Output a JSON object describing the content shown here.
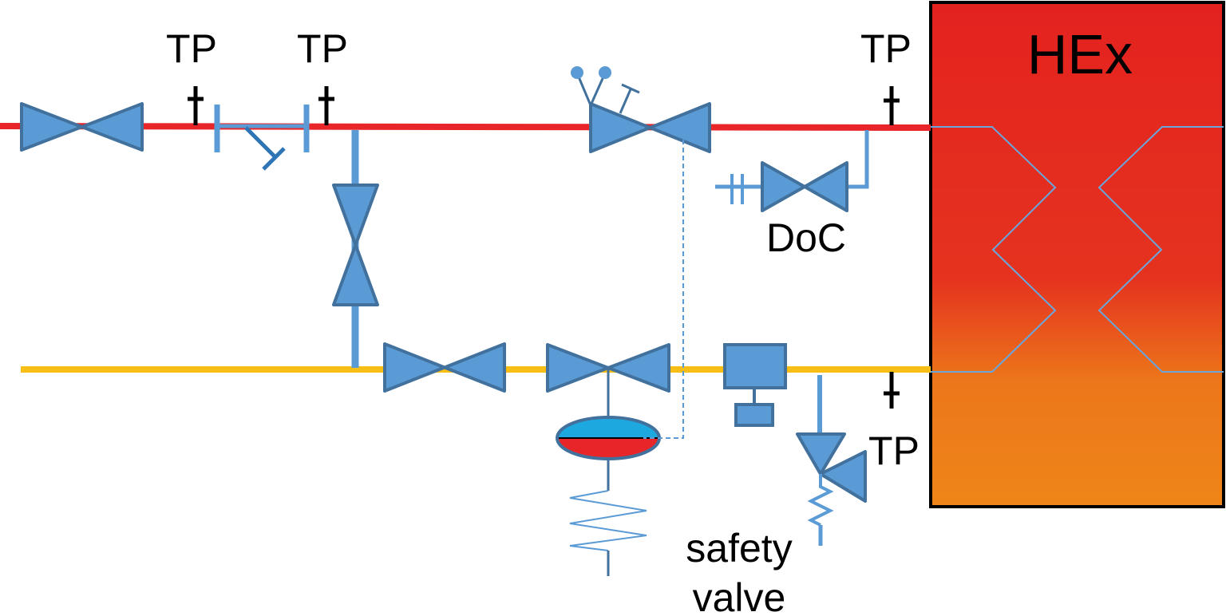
{
  "labels": {
    "tp_1": "TP",
    "tp_2": "TP",
    "tp_3": "TP",
    "tp_4": "TP",
    "hex": "HEx",
    "doc": "DoC",
    "safety_valve_line1": "safety",
    "safety_valve_line2": "valve"
  },
  "colors": {
    "supply_line": "#e8262a",
    "return_line": "#f7be16",
    "valve_fill": "#5b9bd5",
    "valve_stroke": "#41719c",
    "hex_top": "#e3221f",
    "hex_bottom": "#ee8519",
    "diaphragm_top": "#1ea8e0",
    "diaphragm_bottom": "#e8262a"
  }
}
